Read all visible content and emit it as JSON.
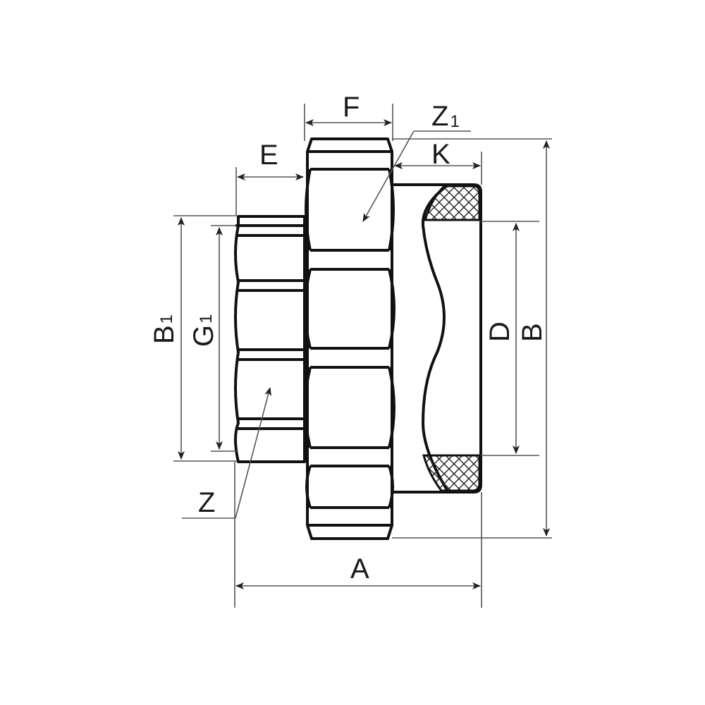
{
  "diagram": {
    "title": "Union fitting dimensional drawing",
    "line_color": "#111111",
    "dim_color": "#555555",
    "labels": {
      "A": "A",
      "B": "B",
      "B1": "B",
      "B1_sub": "1",
      "D": "D",
      "E": "E",
      "F": "F",
      "G1": "G",
      "G1_sub": "1",
      "K": "K",
      "Z": "Z",
      "Z1": "Z",
      "Z1_sub": "1"
    }
  }
}
